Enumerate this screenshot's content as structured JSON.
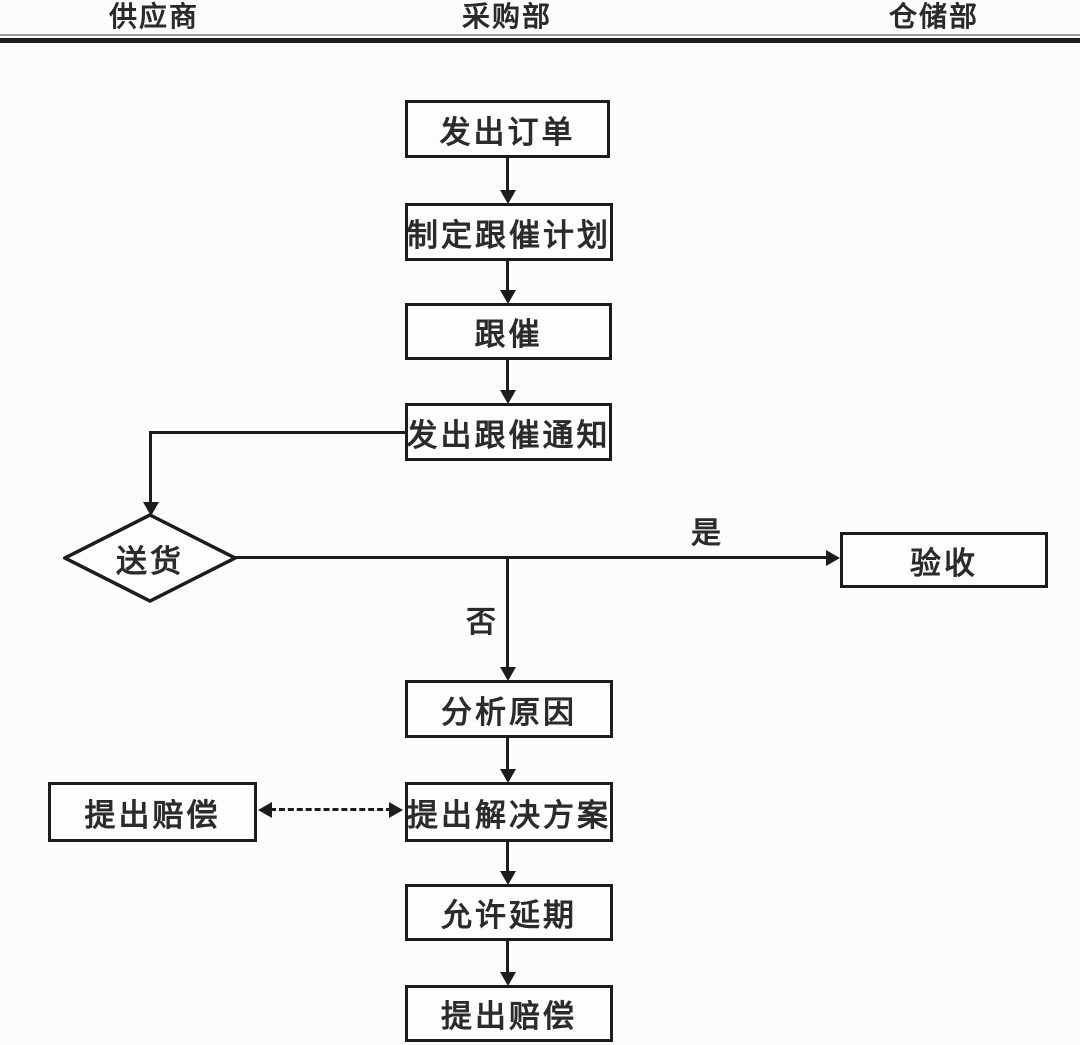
{
  "header": {
    "columns": [
      {
        "id": "supplier",
        "label": "供应商"
      },
      {
        "id": "purchasing",
        "label": "采购部"
      },
      {
        "id": "warehouse",
        "label": "仓储部"
      }
    ]
  },
  "flowchart": {
    "nodes": {
      "issue_order": "发出订单",
      "make_followup_plan": "制定跟催计划",
      "follow_up": "跟催",
      "issue_followup_notice": "发出跟催通知",
      "delivery_decision": "送货",
      "acceptance": "验收",
      "analyze_reasons": "分析原因",
      "propose_solution": "提出解决方案",
      "propose_compensation_supplier": "提出赔偿",
      "allow_extension": "允许延期",
      "propose_compensation_final": "提出赔偿"
    },
    "edge_labels": {
      "yes": "是",
      "no": "否"
    },
    "colors": {
      "line": "#1c1c1c",
      "box_fill": "#fdfdfd",
      "background": "#fcfcfc",
      "text": "#2b2b2b"
    }
  }
}
